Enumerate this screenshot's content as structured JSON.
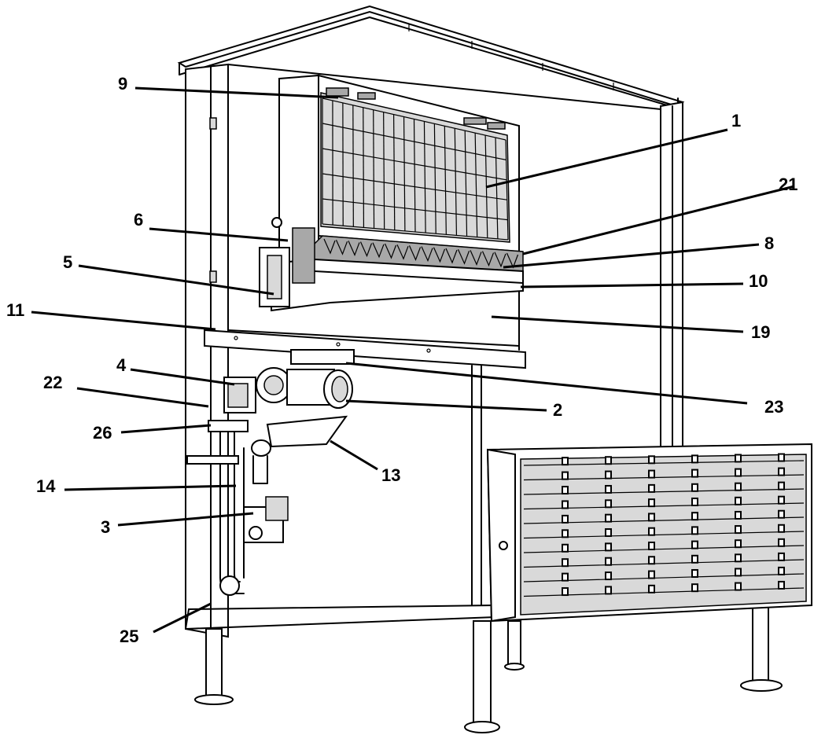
{
  "callouts": [
    {
      "id": "9",
      "label": "9"
    },
    {
      "id": "1",
      "label": "1"
    },
    {
      "id": "21",
      "label": "21"
    },
    {
      "id": "6",
      "label": "6"
    },
    {
      "id": "8",
      "label": "8"
    },
    {
      "id": "5",
      "label": "5"
    },
    {
      "id": "10",
      "label": "10"
    },
    {
      "id": "11",
      "label": "11"
    },
    {
      "id": "19",
      "label": "19"
    },
    {
      "id": "4",
      "label": "4"
    },
    {
      "id": "23",
      "label": "23"
    },
    {
      "id": "22",
      "label": "22"
    },
    {
      "id": "2",
      "label": "2"
    },
    {
      "id": "26",
      "label": "26"
    },
    {
      "id": "13",
      "label": "13"
    },
    {
      "id": "14",
      "label": "14"
    },
    {
      "id": "3",
      "label": "3"
    },
    {
      "id": "25",
      "label": "25"
    }
  ]
}
